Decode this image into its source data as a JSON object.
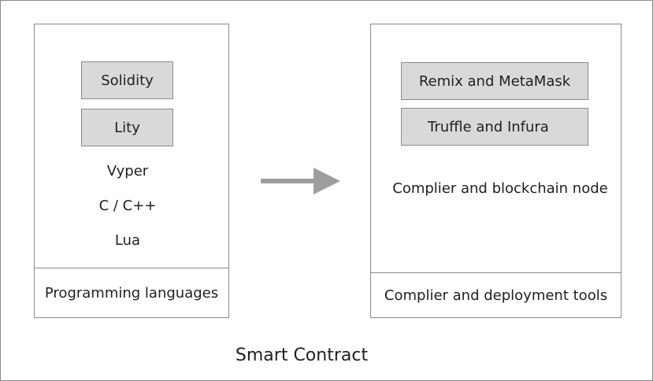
{
  "left_panel": {
    "boxed_items": [
      "Solidity",
      "Lity"
    ],
    "plain_items": [
      "Vyper",
      "C / C++",
      "Lua"
    ],
    "footer": "Programming languages"
  },
  "right_panel": {
    "boxed_items": [
      "Remix and MetaMask",
      "Truffle and Infura"
    ],
    "note": "Complier and blockchain node",
    "footer": "Complier and deployment tools"
  },
  "arrow": {
    "direction": "right",
    "color": "#9e9e9e"
  },
  "caption": "Smart Contract",
  "colors": {
    "border": "#8a8a8a",
    "box_fill": "#d9d9d9",
    "text": "#1f1f1f"
  }
}
